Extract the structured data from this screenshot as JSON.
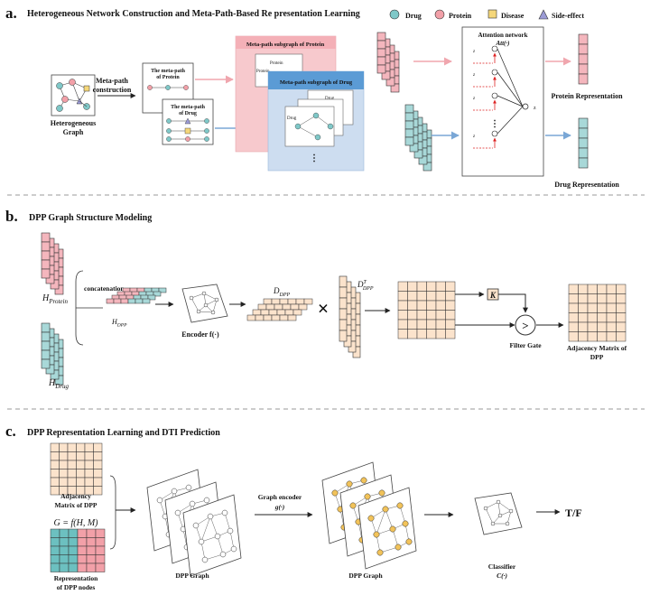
{
  "sectionA": {
    "letter": "a.",
    "title": "Heterogeneous Network Construction and Meta-Path-Based Re   presentation Learning",
    "legend": [
      {
        "label": "Drug",
        "color": "#7fc8c8",
        "shape": "circle"
      },
      {
        "label": "Protein",
        "color": "#f2a0a8",
        "shape": "circle"
      },
      {
        "label": "Disease",
        "color": "#f5d77a",
        "shape": "square"
      },
      {
        "label": "Side-effect",
        "color": "#9b9bd6",
        "shape": "triangle"
      }
    ],
    "hetero_line1": "Heterogeneous",
    "hetero_line2": "Graph",
    "metapath_line1": "Meta-path",
    "metapath_line2": "construction",
    "metapath_protein_line1": "The meta-path",
    "metapath_protein_line2": "of Protein",
    "metapath_drug_line1": "The meta-path",
    "metapath_drug_line2": "of Drug",
    "subgraph_protein": "Meta-path subgraph of Protein",
    "subgraph_drug": "Meta-path subgraph of Drug",
    "protein_card_label": "Protein",
    "protein_node_label": "Protein",
    "drug_card_label": "Drug",
    "drug_node_label": "Drug",
    "ellipsis": "⋮",
    "attention_line1": "Attention network",
    "attention_line2": "Att(·)",
    "protein_repr": "Protein Representation",
    "drug_repr": "Drug Representation",
    "colors": {
      "protein": "#f4b6bd",
      "drug": "#a8d8d8",
      "protein_panel": "#f7c9cd",
      "drug_panel": "#cdddf0",
      "drug_header": "#5b9bd5"
    }
  },
  "sectionB": {
    "letter": "b.",
    "title": "DPP Graph Structure Modeling",
    "h_protein": "H",
    "h_protein_sub": "Protein",
    "h_drug": "H",
    "h_drug_sub": "Drug",
    "concatenation": "concatenation",
    "h_dpp": "H",
    "h_dpp_sub": "DPP",
    "encoder": "Encoder f(·)",
    "d_dpp": "D",
    "d_dpp_sub": "DPP",
    "d_dpp_t": "D",
    "d_dpp_t_sup": "T",
    "d_dpp_t_sub": "DPP",
    "times": "×",
    "k": "K",
    "gate_symbol": ">",
    "filter_gate": "Filter Gate",
    "adj_line1": "Adjacency Matrix of",
    "adj_line2": "DPP",
    "colors": {
      "matrix": "#fbe3cc",
      "embedding": "#fbe3cc"
    }
  },
  "sectionC": {
    "letter": "c.",
    "title": "DPP Representation Learning and DTI Prediction",
    "adj_line1": "Adjacency",
    "adj_line2": "Matrix of DPP",
    "formula": "G = f(H, M)",
    "repr_line1": "Representation",
    "repr_line2": "of DPP nodes",
    "dpp_graph_1": "DPP Graph",
    "graph_encoder_line1": "Graph encoder",
    "graph_encoder_line2": "g(·)",
    "dpp_graph_2": "DPP Graph",
    "classifier_line1": "Classifier",
    "classifier_line2": "C(·)",
    "output": "T/F",
    "colors": {
      "node_yellow": "#f2c35a",
      "drug_cols": "#6cc0c0",
      "protein_cols": "#f2a0a8"
    }
  }
}
